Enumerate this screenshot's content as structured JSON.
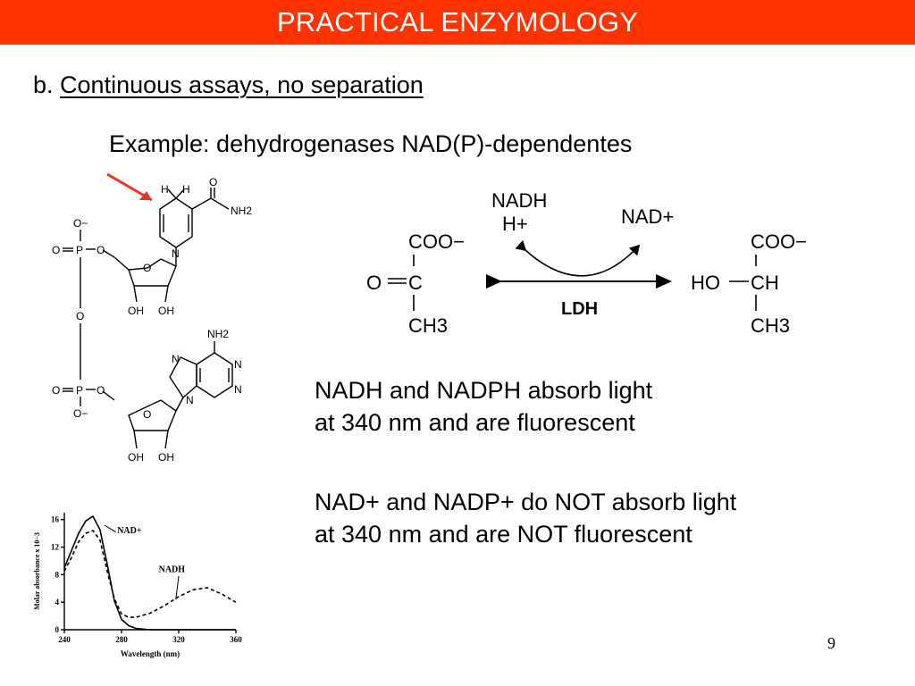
{
  "header": {
    "title": "PRACTICAL ENZYMOLOGY",
    "color": "#ff3300"
  },
  "section": {
    "prefix": "b.",
    "title": "Continuous assays, no separation"
  },
  "example": "Example: dehydrogenases NAD(P)-dependentes",
  "nadh_structure": {
    "h1": "H",
    "h2": "H",
    "carbonyl_o": "O",
    "nh2": "NH2",
    "ring_n": "N",
    "phosphate_o_minus_1": "O−",
    "phosphate_o_1": "O",
    "phosphate_p_1": "P",
    "phosphate_o_link_1": "O",
    "ribose_o_1": "O",
    "oh_1a": "OH",
    "oh_1b": "OH",
    "bridge_o": "O",
    "phosphate_o_2": "O",
    "phosphate_p_2": "P",
    "phosphate_o_link_2": "O",
    "phosphate_o_minus_2": "O−",
    "adenine_nh2": "NH2",
    "adenine_n1": "N",
    "adenine_n2": "N",
    "adenine_n3": "N",
    "adenine_n4": "N",
    "ribose_o_2": "O",
    "oh_2a": "OH",
    "oh_2b": "OH",
    "arrow_color": "#ee3322"
  },
  "reaction": {
    "cofactor_in": "NADH",
    "cofactor_h": "H+",
    "cofactor_out": "NAD+",
    "enzyme": "LDH",
    "left_top": "COO−",
    "left_o": "O",
    "left_c": "C",
    "left_bottom": "CH3",
    "right_top": "COO−",
    "right_ho": "HO",
    "right_ch": "CH",
    "right_bottom": "CH3"
  },
  "text": {
    "line1": "NADH and NADPH absorb light",
    "line2": "at 340 nm and are fluorescent",
    "line3": "NAD+ and NADP+ do NOT absorb light",
    "line4": "at 340 nm and are NOT fluorescent"
  },
  "chart_data": {
    "type": "line",
    "title": "",
    "xlabel": "Wavelength (nm)",
    "ylabel": "Molar absorbance x 10−3",
    "xlim": [
      240,
      360
    ],
    "ylim": [
      0,
      17
    ],
    "x_ticks": [
      "240",
      "280",
      "320",
      "360"
    ],
    "y_ticks": [
      "0",
      "4",
      "8",
      "12",
      "16"
    ],
    "series": [
      {
        "name": "NAD+",
        "style": "solid",
        "points": [
          [
            240,
            9
          ],
          [
            245,
            11.5
          ],
          [
            250,
            14
          ],
          [
            255,
            15.8
          ],
          [
            260,
            16.5
          ],
          [
            265,
            14.5
          ],
          [
            270,
            9.5
          ],
          [
            275,
            4.2
          ],
          [
            280,
            1.5
          ],
          [
            285,
            0.6
          ],
          [
            290,
            0.2
          ],
          [
            300,
            0
          ],
          [
            320,
            0
          ],
          [
            340,
            0
          ],
          [
            360,
            0
          ]
        ]
      },
      {
        "name": "NADH",
        "style": "dashed",
        "points": [
          [
            240,
            8.5
          ],
          [
            245,
            10.5
          ],
          [
            250,
            12.8
          ],
          [
            255,
            14
          ],
          [
            260,
            14.4
          ],
          [
            265,
            13
          ],
          [
            270,
            8.5
          ],
          [
            275,
            4.5
          ],
          [
            280,
            2.3
          ],
          [
            285,
            1.8
          ],
          [
            290,
            1.8
          ],
          [
            300,
            2.4
          ],
          [
            310,
            3.5
          ],
          [
            320,
            4.8
          ],
          [
            330,
            5.8
          ],
          [
            340,
            6.1
          ],
          [
            350,
            5.2
          ],
          [
            355,
            4.6
          ],
          [
            360,
            4
          ]
        ]
      }
    ]
  },
  "page_number": "9"
}
